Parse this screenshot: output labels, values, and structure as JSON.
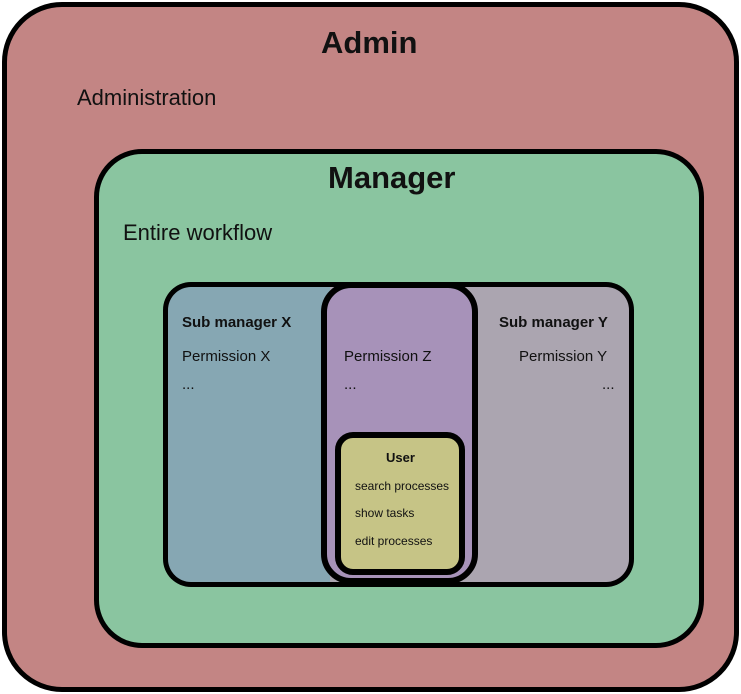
{
  "colors": {
    "admin": "#c38584",
    "manager": "#8ac5a0",
    "sub_manager_x": "#86a7b3",
    "sub_manager_y": "#aba5b0",
    "sub_manager_z": "#a792b9",
    "user": "#c6c486",
    "border": "#000000"
  },
  "admin": {
    "title": "Admin",
    "label": "Administration"
  },
  "manager": {
    "title": "Manager",
    "label": "Entire workflow"
  },
  "sub_manager_x": {
    "title": "Sub manager X",
    "permission": "Permission X",
    "more": "..."
  },
  "sub_manager_y": {
    "title": "Sub manager Y",
    "permission": "Permission Y",
    "more": "..."
  },
  "sub_manager_z": {
    "permission": "Permission Z",
    "more": "..."
  },
  "user": {
    "title": "User",
    "items": [
      "search processes",
      "show tasks",
      "edit processes"
    ]
  }
}
